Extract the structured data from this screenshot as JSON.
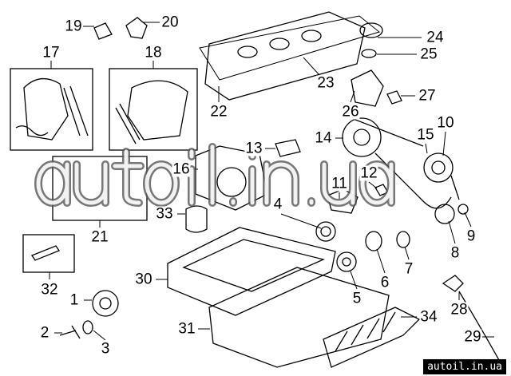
{
  "diagram": {
    "callouts": [
      "1",
      "2",
      "3",
      "4",
      "5",
      "6",
      "7",
      "8",
      "9",
      "10",
      "11",
      "12",
      "13",
      "14",
      "15",
      "16",
      "17",
      "18",
      "19",
      "20",
      "21",
      "22",
      "23",
      "24",
      "25",
      "26",
      "27",
      "28",
      "29",
      "30",
      "31",
      "32",
      "33",
      "34"
    ]
  },
  "watermark": {
    "text": "autoil.in.ua",
    "site_label": "autoil.in.ua"
  }
}
